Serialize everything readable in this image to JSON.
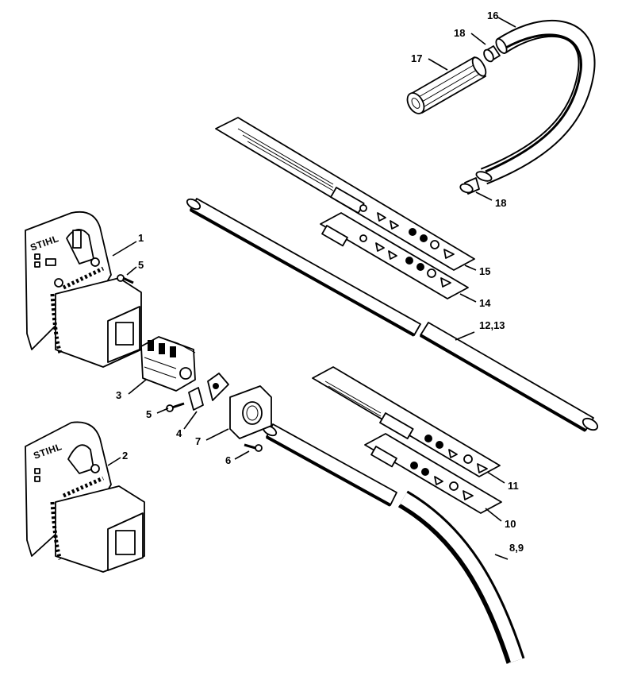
{
  "brand": "STIHL",
  "labels": {
    "p1": "1",
    "p2": "2",
    "p3": "3",
    "p4": "4",
    "p5a": "5",
    "p5b": "5",
    "p6": "6",
    "p7": "7",
    "p8_9": "8,9",
    "p10": "10",
    "p11": "11",
    "p12_13": "12,13",
    "p14": "14",
    "p15": "15",
    "p16": "16",
    "p17": "17",
    "p18a": "18",
    "p18b": "18"
  }
}
